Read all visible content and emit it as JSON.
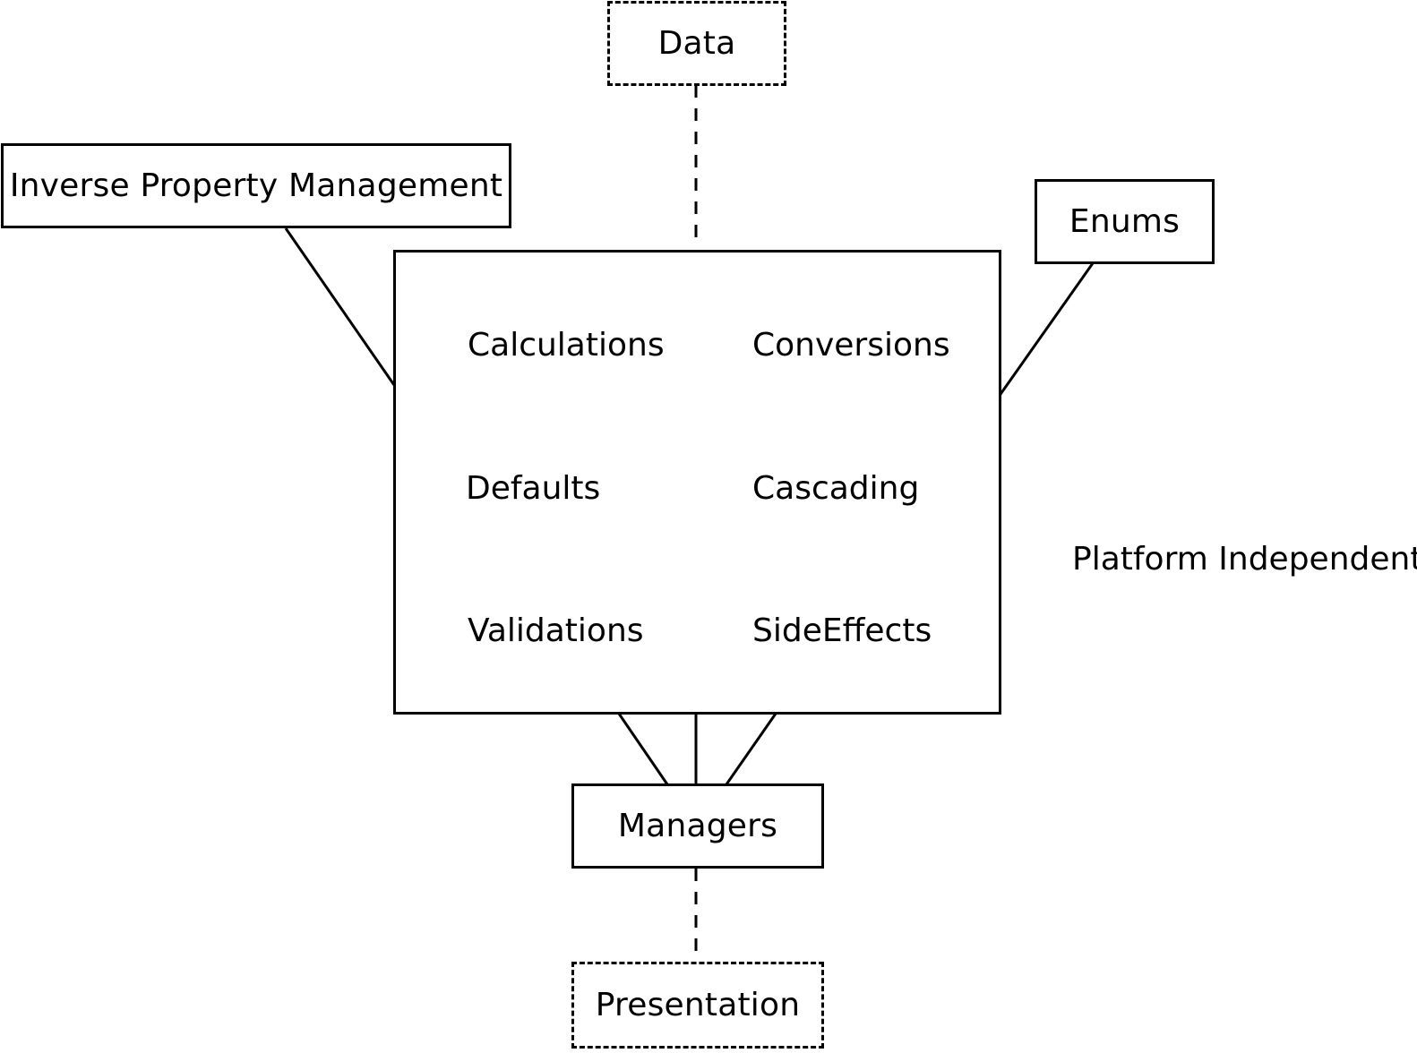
{
  "nodes": {
    "data": "Data",
    "inverse_property_management": "Inverse Property Management",
    "enums": "Enums",
    "managers": "Managers",
    "presentation": "Presentation"
  },
  "core_items": {
    "calculations": "Calculations",
    "conversions": "Conversions",
    "defaults": "Defaults",
    "cascading": "Cascading",
    "validations": "Validations",
    "side_effects": "SideEffects"
  },
  "annotation": "Platform Independent",
  "colors": {
    "stroke": "#000000",
    "background": "#ffffff",
    "text": "#000000"
  }
}
